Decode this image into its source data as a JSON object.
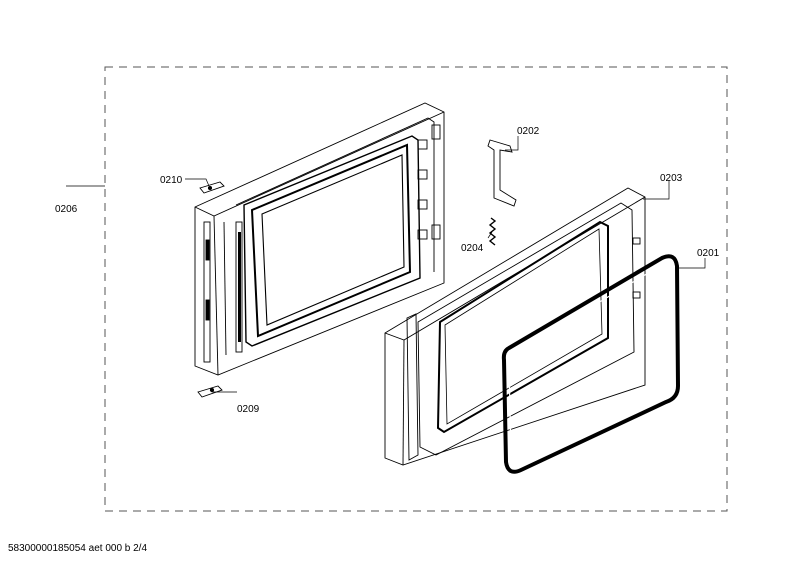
{
  "diagram": {
    "parts": [
      {
        "id": "p0201",
        "label": "0201"
      },
      {
        "id": "p0202",
        "label": "0202"
      },
      {
        "id": "p0203",
        "label": "0203"
      },
      {
        "id": "p0204",
        "label": "0204"
      },
      {
        "id": "p0206",
        "label": "0206"
      },
      {
        "id": "p0209",
        "label": "0209"
      },
      {
        "id": "p0210",
        "label": "0210"
      }
    ],
    "footer": "58300000185054 aet 000 b 2/4",
    "colors": {
      "line": "#000000",
      "frame_dash": "#555555",
      "fill": "#ffffff"
    }
  }
}
